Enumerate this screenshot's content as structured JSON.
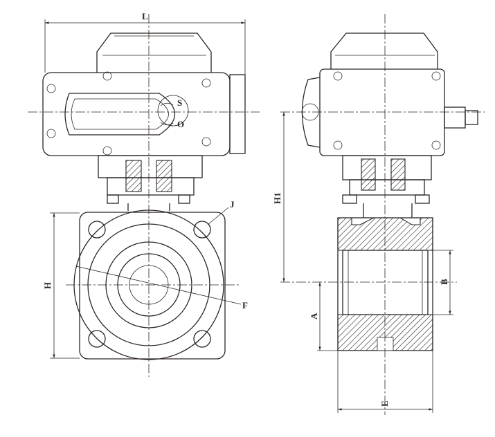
{
  "drawing": {
    "front_view": {
      "dim_length": "L",
      "dim_height": "H",
      "dim_flange_diameter": "F",
      "dim_bolt_hole": "J",
      "indicator_shut": "S",
      "indicator_open": "O"
    },
    "side_view": {
      "dim_center_height": "H1",
      "dim_bore": "B",
      "dim_lower_height": "A",
      "dim_face_length": "E"
    }
  }
}
